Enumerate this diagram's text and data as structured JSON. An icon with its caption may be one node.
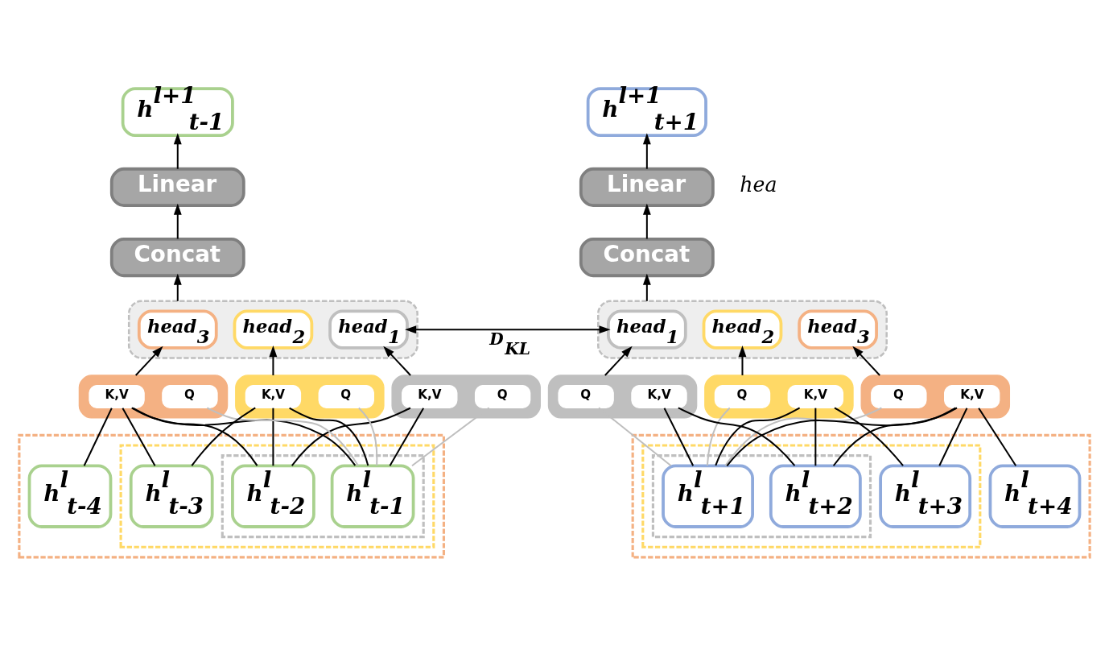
{
  "diagram": {
    "nodes": [
      {
        "text": [
          "h$^{l+1}$$_{t-1}$"
        ]
      },
      {
        "text": [
          "h$^{l+1}$$_{t+1}$"
        ]
      },
      {
        "text": [
          "Linear"
        ]
      },
      {
        "text": [
          "Linear"
        ]
      },
      {
        "text": [
          "Concat"
        ]
      },
      {
        "text": [
          "Concat"
        ]
      },
      {
        "text": [],
        "shape": "box"
      },
      {
        "text": [
          "head$_{3}$"
        ],
        "in": 6
      },
      {
        "text": [
          "head$_{2}$"
        ],
        "in": 6
      },
      {
        "text": [
          "head$_{1}$"
        ],
        "in": 6
      },
      {
        "text": [],
        "shape": "box"
      },
      {
        "text": [
          "head$_{1}$"
        ],
        "in": 10
      },
      {
        "text": [
          "head$_{2}$"
        ],
        "in": 10
      },
      {
        "text": [
          "head$_{3}$"
        ],
        "in": 10
      },
      {
        "text": [],
        "shape": "box"
      },
      {
        "text": [
          "K,V"
        ],
        "in": 14
      },
      {
        "text": [
          "Q"
        ],
        "in": 14
      },
      {
        "text": [],
        "shape": "box"
      },
      {
        "text": [
          "K,V"
        ],
        "in": 17
      },
      {
        "text": [
          "Q"
        ],
        "in": 17
      },
      {
        "text": [],
        "shape": "box"
      },
      {
        "text": [
          "K,V"
        ],
        "in": 20
      },
      {
        "text": [
          "Q"
        ],
        "in": 20
      },
      {
        "text": [],
        "shape": "box"
      },
      {
        "text": [
          "Q"
        ],
        "in": 23
      },
      {
        "text": [
          "K,V"
        ],
        "in": 23
      },
      {
        "text": [],
        "shape": "box"
      },
      {
        "text": [
          "Q"
        ],
        "in": 26
      },
      {
        "text": [
          "K,V"
        ],
        "in": 26
      },
      {
        "text": [],
        "shape": "box"
      },
      {
        "text": [
          "Q"
        ],
        "in": 29
      },
      {
        "text": [
          "K,V"
        ],
        "in": 29
      },
      {
        "text": [],
        "shape": "box"
      },
      {
        "text": [],
        "shape": "box",
        "in": 32
      },
      {
        "text": [],
        "shape": "box",
        "in": 33
      },
      {
        "text": [
          "h$^{l}$$_{t-4}$"
        ],
        "in": 32
      },
      {
        "text": [
          "h$^{l}$$_{t-3}$"
        ],
        "in": 33
      },
      {
        "text": [
          "h$^{l}$$_{t-2}$"
        ],
        "in": 34
      },
      {
        "text": [
          "h$^{l}$$_{t-1}$"
        ],
        "in": 34
      },
      {
        "text": [],
        "shape": "box"
      },
      {
        "text": [],
        "shape": "box",
        "in": 39
      },
      {
        "text": [],
        "shape": "box",
        "in": 40
      },
      {
        "text": [
          "h$^{l}$$_{t+1}$"
        ],
        "in": 41
      },
      {
        "text": [
          "h$^{l}$$_{t+2}$"
        ],
        "in": 41
      },
      {
        "text": [
          "h$^{l}$$_{t+3}$"
        ],
        "in": 40
      },
      {
        "text": [
          "h$^{l}$$_{t+4}$"
        ],
        "in": 39
      }
    ],
    "edges": [
      {
        "from": 2,
        "to": 0,
        "arrow": "to"
      },
      {
        "from": 3,
        "to": 1,
        "arrow": "to"
      },
      {
        "from": 4,
        "to": 2,
        "arrow": "to"
      },
      {
        "from": 5,
        "to": 3,
        "arrow": "to"
      },
      {
        "from": 6,
        "to": 4,
        "arrow": "to"
      },
      {
        "from": 10,
        "to": 5,
        "arrow": "to"
      },
      {
        "from": 9,
        "to": 11,
        "arrow": "both",
        "label": "D$_{KL}$"
      },
      {
        "from": 14,
        "to": 7,
        "arrow": "to"
      },
      {
        "from": 17,
        "to": 8,
        "arrow": "to"
      },
      {
        "from": 20,
        "to": 9,
        "arrow": "to"
      },
      {
        "from": 23,
        "to": 11,
        "arrow": "to"
      },
      {
        "from": 26,
        "to": 12,
        "arrow": "to"
      },
      {
        "from": 29,
        "to": 13,
        "arrow": "to"
      },
      {
        "from": 35,
        "to": 15,
        "arrow": "none"
      },
      {
        "from": 36,
        "to": 15,
        "arrow": "none"
      },
      {
        "from": 37,
        "to": 15,
        "arrow": "none"
      },
      {
        "from": 38,
        "to": 15,
        "arrow": "none"
      },
      {
        "from": 38,
        "to": 16,
        "arrow": "none",
        "color": "#bfbfbf"
      },
      {
        "from": 36,
        "to": 18,
        "arrow": "none"
      },
      {
        "from": 37,
        "to": 18,
        "arrow": "none"
      },
      {
        "from": 38,
        "to": 18,
        "arrow": "none"
      },
      {
        "from": 38,
        "to": 19,
        "arrow": "none",
        "color": "#bfbfbf"
      },
      {
        "from": 37,
        "to": 21,
        "arrow": "none"
      },
      {
        "from": 38,
        "to": 21,
        "arrow": "none"
      },
      {
        "from": 38,
        "to": 22,
        "arrow": "none",
        "color": "#bfbfbf"
      },
      {
        "from": 42,
        "to": 24,
        "arrow": "none",
        "color": "#bfbfbf"
      },
      {
        "from": 42,
        "to": 25,
        "arrow": "none"
      },
      {
        "from": 43,
        "to": 25,
        "arrow": "none"
      },
      {
        "from": 42,
        "to": 27,
        "arrow": "none",
        "color": "#bfbfbf"
      },
      {
        "from": 42,
        "to": 28,
        "arrow": "none"
      },
      {
        "from": 43,
        "to": 28,
        "arrow": "none"
      },
      {
        "from": 44,
        "to": 28,
        "arrow": "none"
      },
      {
        "from": 42,
        "to": 30,
        "arrow": "none",
        "color": "#bfbfbf"
      },
      {
        "from": 42,
        "to": 31,
        "arrow": "none"
      },
      {
        "from": 43,
        "to": 31,
        "arrow": "none"
      },
      {
        "from": 44,
        "to": 31,
        "arrow": "none"
      },
      {
        "from": 45,
        "to": 31,
        "arrow": "none"
      }
    ],
    "labels": [
      "hea"
    ]
  }
}
